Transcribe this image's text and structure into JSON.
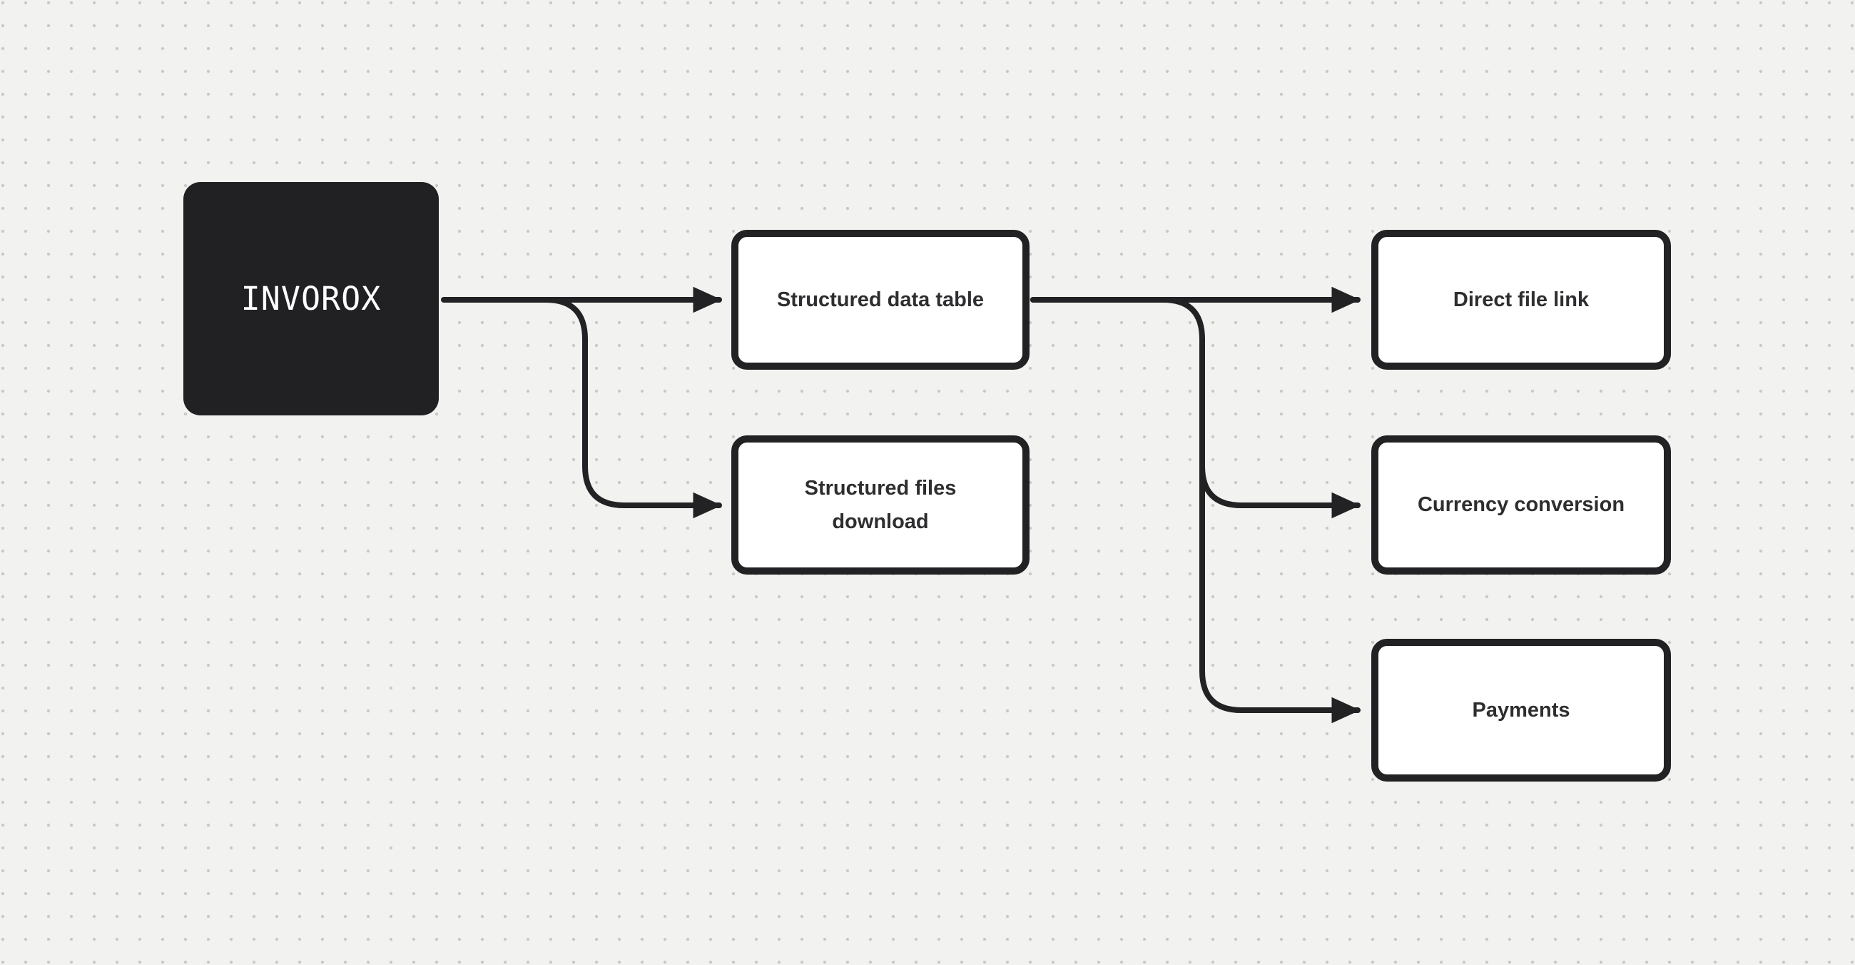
{
  "theme": {
    "bg": "#f2f2f0",
    "dot": "#c8c8c7",
    "ink": "#222224",
    "node-fill": "#ffffff",
    "node-text": "#2e2e30",
    "root-fill": "#212123",
    "root-text": "#ffffff"
  },
  "nodes": {
    "root": {
      "label": "INVOROX"
    },
    "data_table": {
      "label": "Structured data table"
    },
    "files_download": {
      "label": "Structured files download"
    },
    "file_link": {
      "label": "Direct file link"
    },
    "currency": {
      "label": "Currency conversion"
    },
    "payments": {
      "label": "Payments"
    }
  },
  "edges": [
    {
      "from": "root",
      "to": "data_table"
    },
    {
      "from": "root",
      "to": "files_download"
    },
    {
      "from": "data_table",
      "to": "file_link"
    },
    {
      "from": "data_table",
      "to": "currency"
    },
    {
      "from": "data_table",
      "to": "payments"
    }
  ]
}
